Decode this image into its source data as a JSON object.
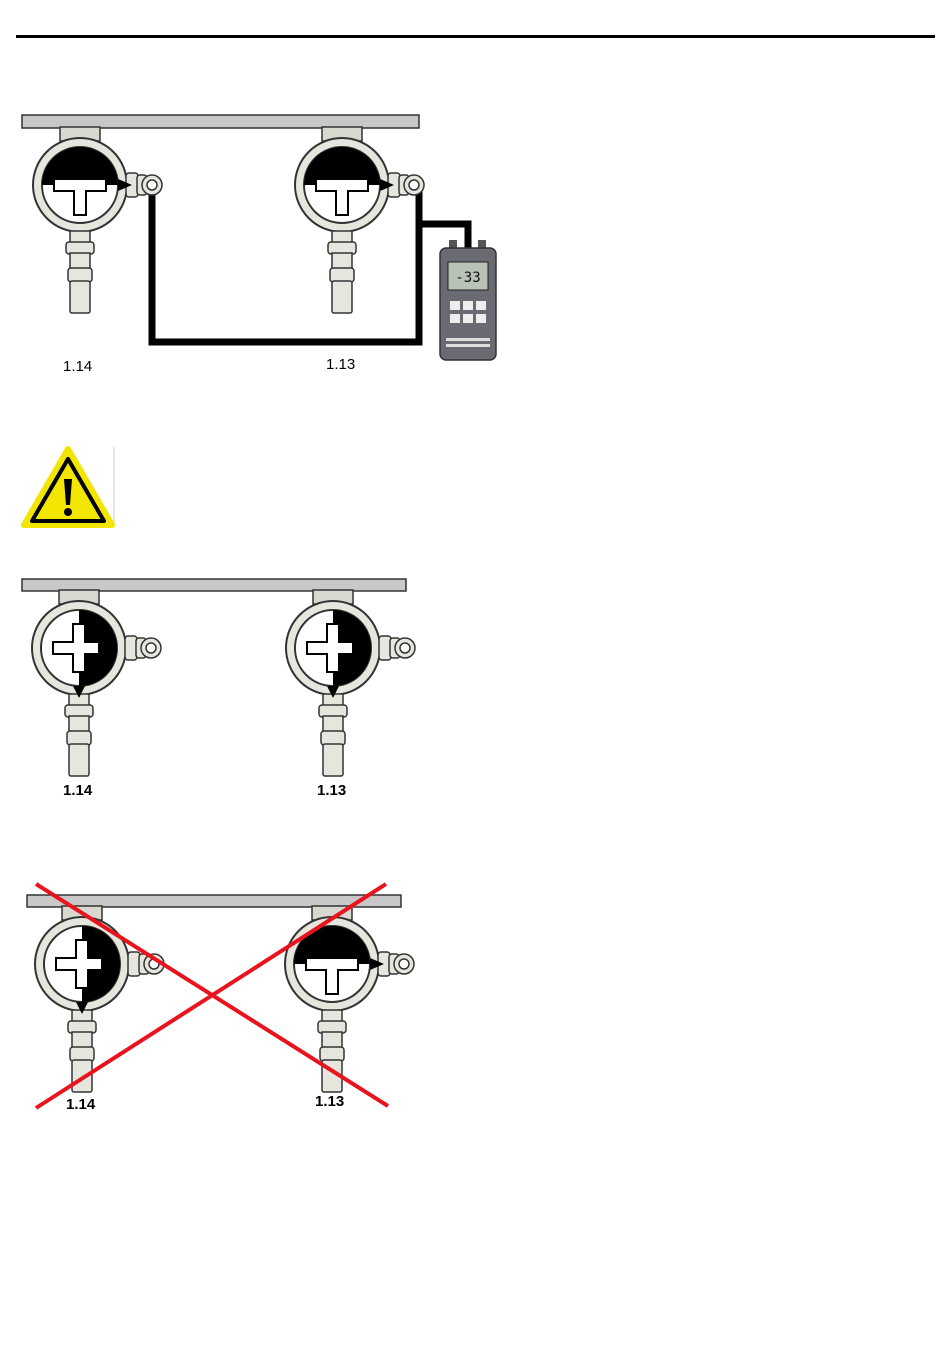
{
  "figure1": {
    "valve_left_label": "1.14",
    "valve_right_label": "1.13",
    "manometer_display": "-33"
  },
  "warning": {
    "icon": "warning-triangle-icon"
  },
  "figure2": {
    "valve_left_label": "1.14",
    "valve_right_label": "1.13"
  },
  "figure3": {
    "valve_left_label": "1.14",
    "valve_right_label": "1.13"
  },
  "colors": {
    "rail": "#c8c8c8",
    "valve_body": "#e8e8e0",
    "tube": "#000000",
    "warning_yellow": "#f2e600",
    "cross_red": "#e8131c"
  }
}
